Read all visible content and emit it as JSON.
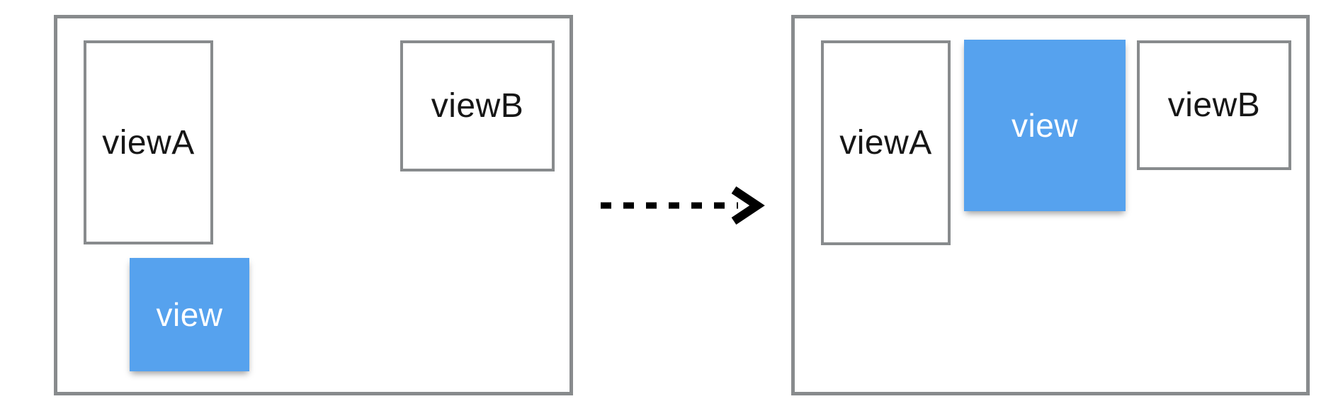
{
  "diagram": {
    "before": {
      "viewA_label": "viewA",
      "viewB_label": "viewB",
      "view_label": "view"
    },
    "after": {
      "viewA_label": "viewA",
      "viewB_label": "viewB",
      "view_label": "view"
    }
  },
  "colors": {
    "background": "#ffffff",
    "container_border": "#888b8d",
    "box_border": "#888b8d",
    "blue_view_fill": "#56a2ee",
    "blue_view_label": "#ffffff",
    "label_text": "#161616",
    "arrow": "#000000"
  }
}
